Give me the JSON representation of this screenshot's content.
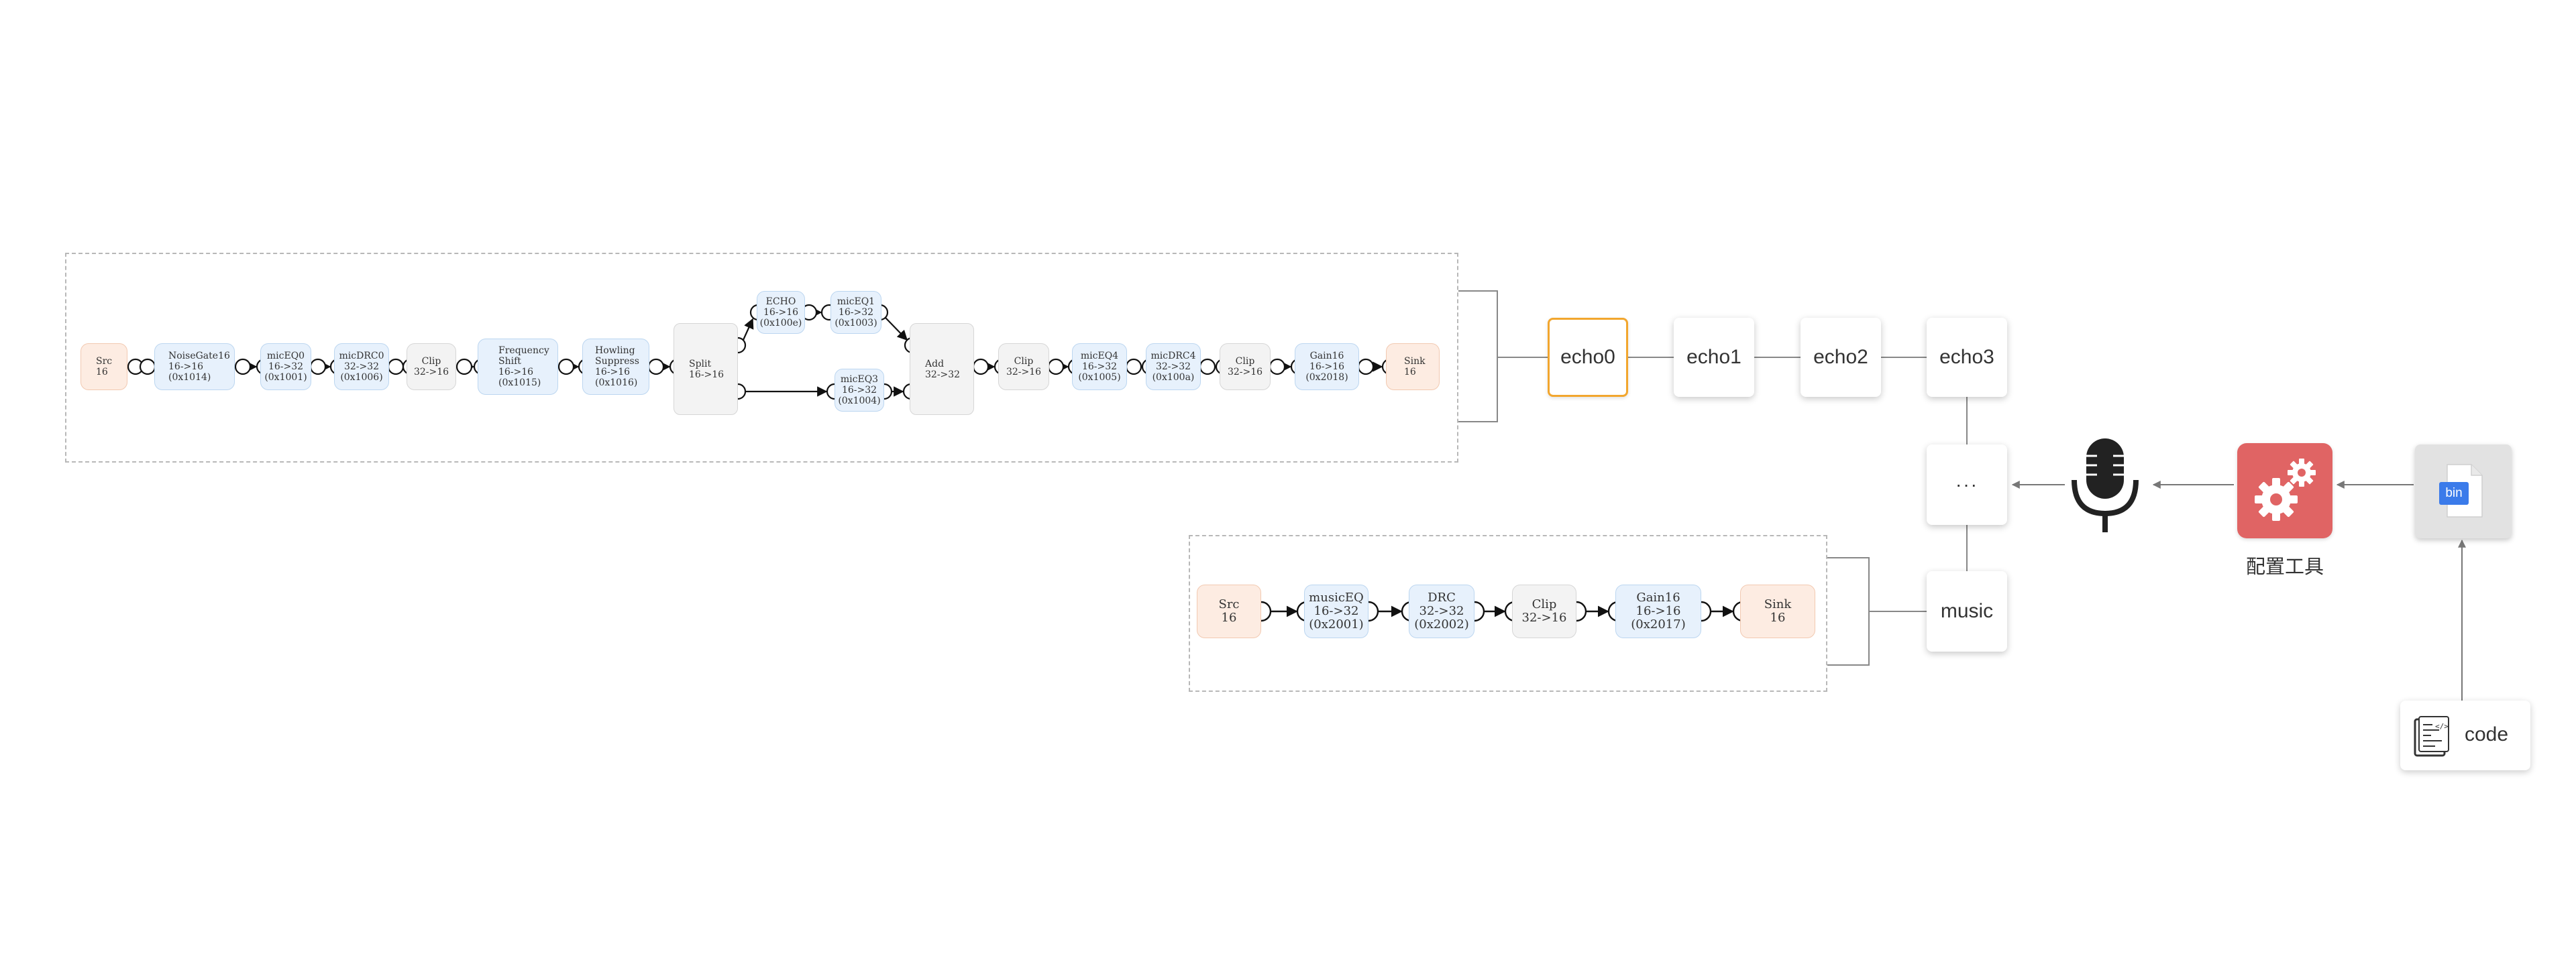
{
  "main_chain": {
    "blocks": [
      {
        "id": "src16",
        "label": "Src\n16"
      },
      {
        "id": "noisegate",
        "label": "NoiseGate16\n16->16\n(0x1014)"
      },
      {
        "id": "miceq0",
        "label": "micEQ0\n16->32\n(0x1001)"
      },
      {
        "id": "micdrc0",
        "label": "micDRC0\n32->32\n(0x1006)"
      },
      {
        "id": "clip1",
        "label": "Clip\n32->16"
      },
      {
        "id": "freqshift",
        "label": "Frequency\nShift\n16->16\n(0x1015)"
      },
      {
        "id": "howling",
        "label": "Howling\nSuppress\n16->16\n(0x1016)"
      },
      {
        "id": "split",
        "label": "Split\n16->16"
      },
      {
        "id": "echo",
        "label": "ECHO\n16->16\n(0x100e)"
      },
      {
        "id": "miceq1",
        "label": "micEQ1\n16->32\n(0x1003)"
      },
      {
        "id": "miceq3",
        "label": "micEQ3\n16->32\n(0x1004)"
      },
      {
        "id": "add",
        "label": "Add\n32->32"
      },
      {
        "id": "clip2",
        "label": "Clip\n32->16"
      },
      {
        "id": "miceq4",
        "label": "micEQ4\n16->32\n(0x1005)"
      },
      {
        "id": "micdrc4",
        "label": "micDRC4\n32->32\n(0x100a)"
      },
      {
        "id": "clip3",
        "label": "Clip\n32->16"
      },
      {
        "id": "gain16a",
        "label": "Gain16\n16->16\n(0x2018)"
      },
      {
        "id": "sink16a",
        "label": "Sink\n16"
      }
    ]
  },
  "music_chain": {
    "blocks": [
      {
        "id": "msrc",
        "label": "Src\n16"
      },
      {
        "id": "musiceq",
        "label": "musicEQ\n16->32\n(0x2001)"
      },
      {
        "id": "drc",
        "label": "DRC\n32->32\n(0x2002)"
      },
      {
        "id": "mclip",
        "label": "Clip\n32->16"
      },
      {
        "id": "mgain",
        "label": "Gain16\n16->16\n(0x2017)"
      },
      {
        "id": "msink",
        "label": "Sink\n16"
      }
    ]
  },
  "modes": {
    "echo0": "echo0",
    "echo1": "echo1",
    "echo2": "echo2",
    "echo3": "echo3",
    "more": "···",
    "music": "music"
  },
  "tool": {
    "label": "配置工具"
  },
  "bin_icon": {
    "label": "bin"
  },
  "code": {
    "label": "code"
  },
  "colors": {
    "selected": "#f2a62e",
    "tool_bg": "#e06464",
    "bin_blue": "#3b7bea"
  }
}
